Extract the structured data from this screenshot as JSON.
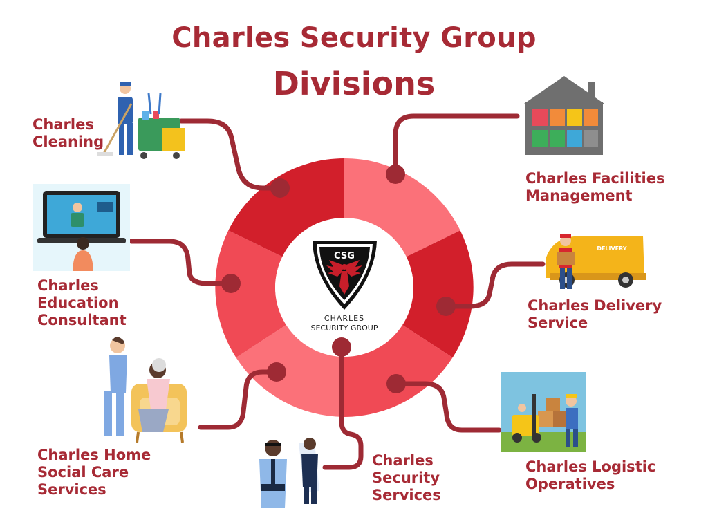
{
  "title": {
    "line1": "Charles Security Group",
    "line2": "Divisions"
  },
  "logo": {
    "initials": "CSG",
    "name_line1": "CHARLES",
    "name_line2": "SECURITY GROUP"
  },
  "divisions": [
    {
      "id": "cleaning",
      "line1": "Charles",
      "line2": "Cleaning",
      "line3": ""
    },
    {
      "id": "education",
      "line1": "Charles",
      "line2": "Education",
      "line3": "Consultant"
    },
    {
      "id": "home-care",
      "line1": "Charles Home",
      "line2": "Social Care",
      "line3": "Services"
    },
    {
      "id": "security",
      "line1": "Charles",
      "line2": "Security",
      "line3": "Services"
    },
    {
      "id": "logistic",
      "line1": "Charles Logistic",
      "line2": "Operatives",
      "line3": ""
    },
    {
      "id": "delivery",
      "line1": "Charles Delivery",
      "line2": "Service",
      "line3": ""
    },
    {
      "id": "facilities",
      "line1": "Charles Facilities",
      "line2": "Management",
      "line3": ""
    }
  ],
  "illustrations": {
    "delivery_van_text": "DELIVERY"
  },
  "colors": {
    "title": "#a72a35",
    "connector": "#9e2a34",
    "ring_dark": "#d21f2b",
    "ring_mid": "#f04a55",
    "ring_light": "#fb7179"
  }
}
